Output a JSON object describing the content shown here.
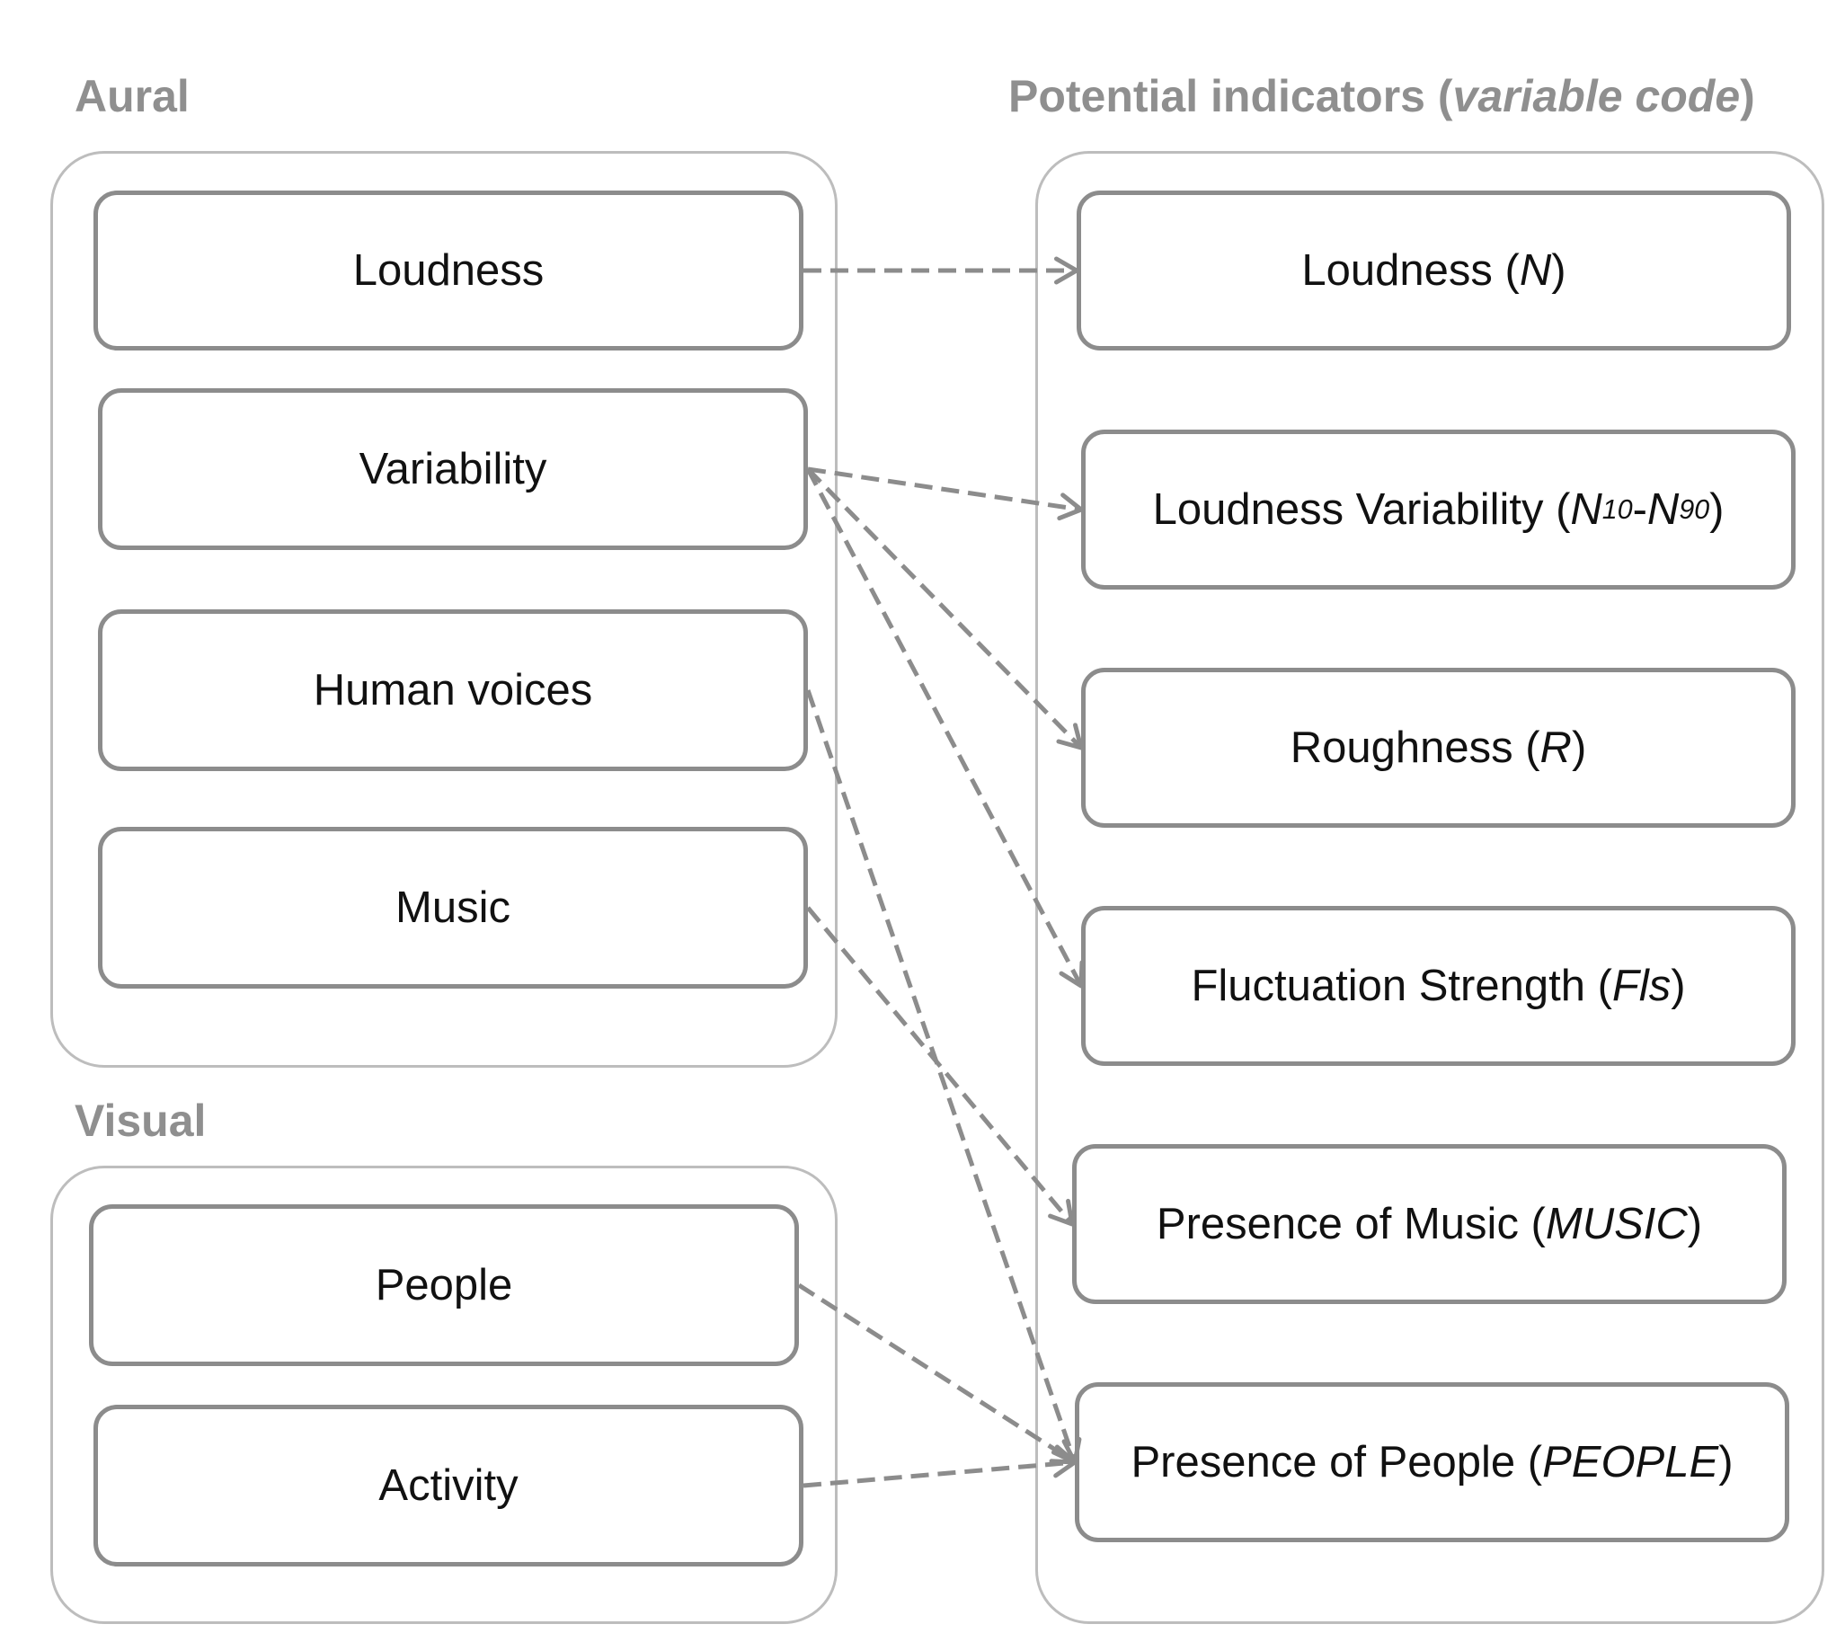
{
  "groups": {
    "aural": {
      "title": "Aural"
    },
    "visual": {
      "title": "Visual"
    },
    "indicators": {
      "title_main": "Potential indicators (",
      "title_italic": "variable code",
      "title_end": ")"
    }
  },
  "factors": {
    "loudness": "Loudness",
    "variability": "Variability",
    "human_voices": "Human voices",
    "music": "Music",
    "people": "People",
    "activity": "Activity"
  },
  "indicators": {
    "loudness": {
      "label": "Loudness (",
      "code": "N",
      "end": ")"
    },
    "loudness_variability": {
      "label": "Loudness Variability (",
      "code_a": "N",
      "sub_a": "10",
      "dash": "-",
      "code_b": "N",
      "sub_b": "90",
      "end": ")"
    },
    "roughness": {
      "label": "Roughness (",
      "code": "R",
      "end": ")"
    },
    "fluctuation_strength": {
      "label": "Fluctuation Strength (",
      "code": "Fls",
      "end": ")"
    },
    "presence_music": {
      "label": "Presence of Music (",
      "code": "MUSIC",
      "end": ")"
    },
    "presence_people": {
      "label": "Presence of People (",
      "code": "PEOPLE",
      "end": ")"
    }
  },
  "links": [
    {
      "from": "loudness",
      "to": "loudness"
    },
    {
      "from": "variability",
      "to": "loudness_variability"
    },
    {
      "from": "variability",
      "to": "roughness"
    },
    {
      "from": "variability",
      "to": "fluctuation_strength"
    },
    {
      "from": "human_voices",
      "to": "presence_people"
    },
    {
      "from": "music",
      "to": "presence_music"
    },
    {
      "from": "people",
      "to": "presence_people"
    },
    {
      "from": "activity",
      "to": "presence_people"
    }
  ],
  "colors": {
    "edge": "#8c8c8c",
    "box_border": "#8c8c8c",
    "group_border": "#bdbdbd",
    "title": "#8f8f8f"
  }
}
